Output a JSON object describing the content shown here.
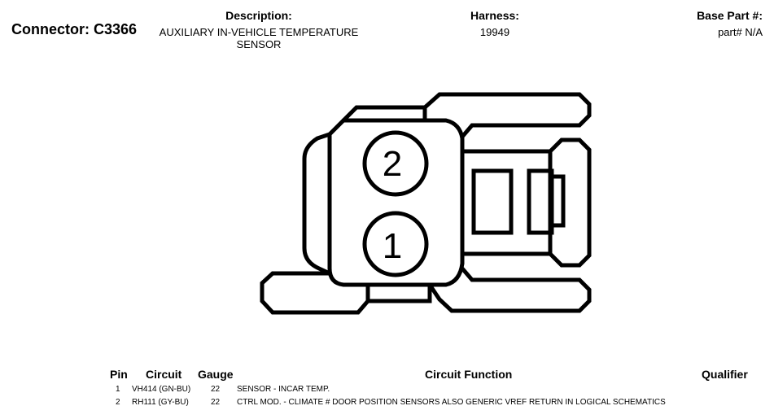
{
  "header": {
    "connector_title": "Connector: C3366",
    "description_label": "Description:",
    "description_lines": [
      "AUXILIARY IN-VEHICLE TEMPERATURE",
      "SENSOR"
    ],
    "harness_label": "Harness:",
    "harness_value": "19949",
    "base_part_label": "Base Part #:",
    "base_part_value": "part# N/A"
  },
  "diagram": {
    "pins": [
      {
        "label": "2"
      },
      {
        "label": "1"
      }
    ]
  },
  "pin_table": {
    "headers": {
      "pin": "Pin",
      "circuit": "Circuit",
      "gauge": "Gauge",
      "function": "Circuit Function",
      "qualifier": "Qualifier"
    },
    "rows": [
      {
        "pin": "1",
        "circuit": "VH414 (GN-BU)",
        "gauge": "22",
        "function": "SENSOR - INCAR TEMP.",
        "qualifier": ""
      },
      {
        "pin": "2",
        "circuit": "RH111 (GY-BU)",
        "gauge": "22",
        "function": "CTRL MOD. - CLIMATE # DOOR POSITION SENSORS ALSO GENERIC VREF RETURN IN LOGICAL SCHEMATICS",
        "qualifier": ""
      }
    ]
  }
}
